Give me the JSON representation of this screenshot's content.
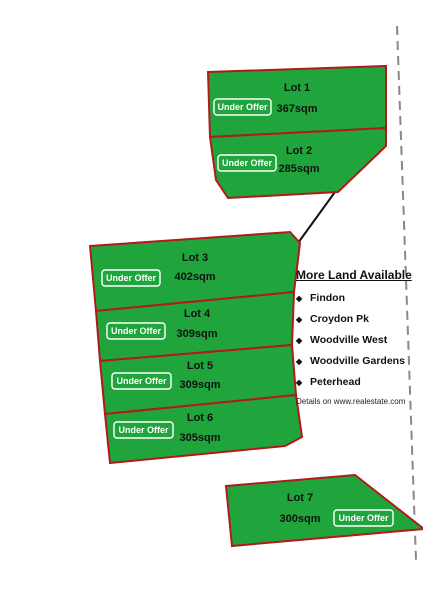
{
  "lots": [
    {
      "name": "Lot 1",
      "area": "367sqm",
      "status": "Under Offer"
    },
    {
      "name": "Lot 2",
      "area": "285sqm",
      "status": "Under Offer"
    },
    {
      "name": "Lot 3",
      "area": "402sqm",
      "status": "Under Offer"
    },
    {
      "name": "Lot 4",
      "area": "309sqm",
      "status": "Under Offer"
    },
    {
      "name": "Lot 5",
      "area": "309sqm",
      "status": "Under Offer"
    },
    {
      "name": "Lot 6",
      "area": "305sqm",
      "status": "Under Offer"
    },
    {
      "name": "Lot 7",
      "area": "300sqm",
      "status": "Under Offer"
    }
  ],
  "info": {
    "title": "More Land Available",
    "suburbs": [
      "Findon",
      "Croydon Pk",
      "Woodville West",
      "Woodville Gardens",
      "Peterhead"
    ],
    "note": "Details on www.realestate.com"
  },
  "colors": {
    "lot_fill": "#1fa53c",
    "lot_border": "#b11a1a",
    "badge": "#ffffff",
    "text": "#111111"
  }
}
